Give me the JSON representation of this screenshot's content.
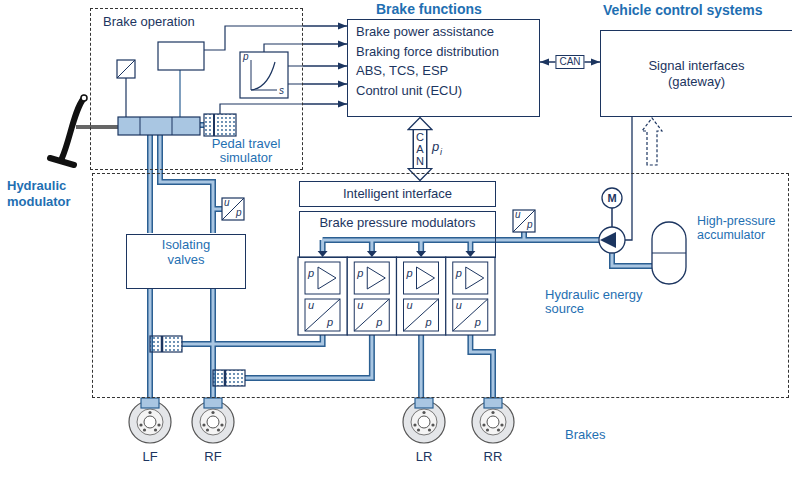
{
  "diagram": {
    "nodes": [
      {
        "text": [
          "Brake operation"
        ]
      },
      {
        "text": [
          "Brake functions",
          "Brake power assistance",
          "Braking force distribution",
          "ABS, TCS, ESP",
          "Control unit (ECU)"
        ]
      },
      {
        "text": [
          "Vehicle control systems",
          "Signal interfaces (gateway)"
        ]
      },
      {
        "text": [
          "Hydraulic modulator"
        ]
      },
      {
        "text": [
          "Intelligent interface"
        ],
        "in": 3
      },
      {
        "text": [
          "Brake pressure modulators"
        ],
        "in": 3
      },
      {
        "text": [
          "Isolating valves"
        ],
        "in": 3
      }
    ],
    "edges": [
      {
        "from": 0,
        "to": 1,
        "arrow": "to"
      },
      {
        "from": 0,
        "to": 1,
        "arrow": "to"
      },
      {
        "from": 0,
        "to": 1,
        "arrow": "to"
      },
      {
        "from": 0,
        "to": 1,
        "arrow": "to"
      },
      {
        "from": 0,
        "to": 1,
        "arrow": "to"
      },
      {
        "from": 1,
        "to": 2,
        "label": "CAN",
        "arrow": "both"
      },
      {
        "from": 1,
        "to": 4,
        "label": "CAN",
        "arrow": "both"
      }
    ],
    "labels": [
      "Pedal travel simulator",
      "p",
      "s",
      "p",
      "i",
      "u",
      "p",
      "u",
      "p",
      "M",
      "High-pressure accumulator",
      "p",
      "p",
      "p",
      "p",
      "u",
      "p",
      "u",
      "p",
      "u",
      "p",
      "u",
      "p",
      "Hydraulic energy source",
      "Brakes",
      "LF",
      "RF",
      "LR",
      "RR"
    ]
  }
}
